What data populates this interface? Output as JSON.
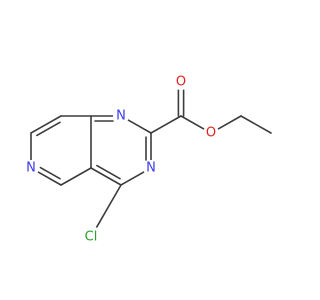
{
  "molecule": {
    "atoms": [
      {
        "id": "N1",
        "label": "N",
        "color": "#3b3bf0"
      },
      {
        "id": "N3",
        "label": "N",
        "color": "#3b3bf0"
      },
      {
        "id": "N6",
        "label": "N",
        "color": "#3b3bf0"
      },
      {
        "id": "Cl",
        "label": "Cl",
        "color": "#2ca02c"
      },
      {
        "id": "O1",
        "label": "O",
        "color": "#e02020"
      },
      {
        "id": "O2",
        "label": "O",
        "color": "#e02020"
      }
    ],
    "bond_color": "#3c3c3c"
  }
}
